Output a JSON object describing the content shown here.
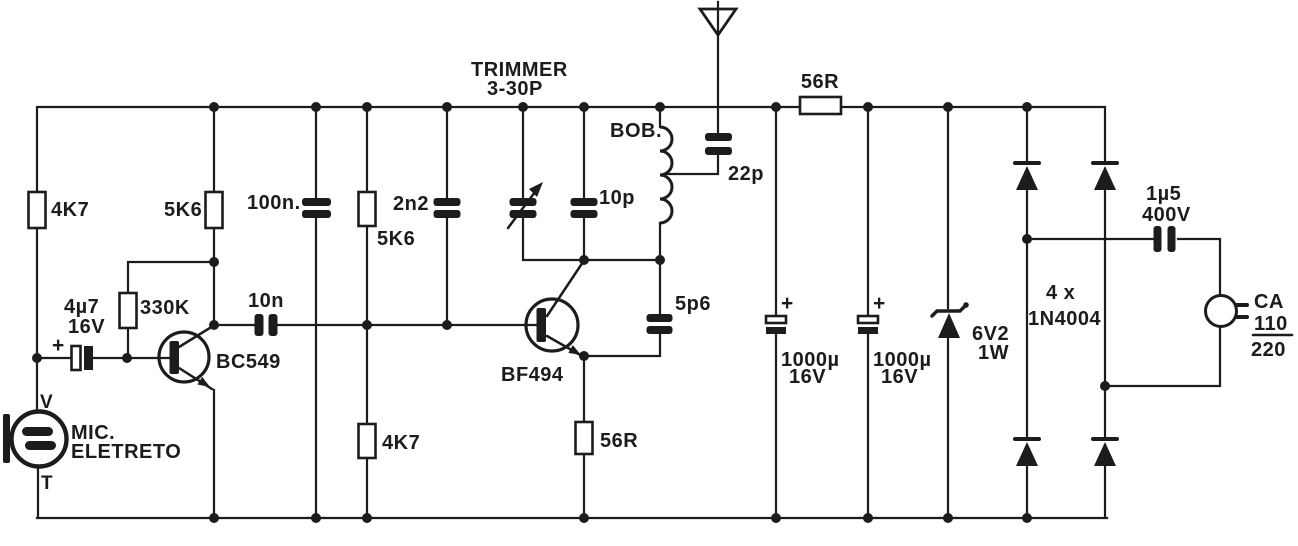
{
  "meta": {
    "description": "Hand-drawn electronic schematic of an FM transmitter with electret microphone and transformerless AC power supply",
    "colors": {
      "ink": "#1c1c1c",
      "paper": "#ffffff"
    }
  },
  "components": {
    "mic": {
      "line1": "MIC.",
      "line2": "ELETRETO",
      "term_top": "V",
      "term_bottom": "T"
    },
    "c_input": {
      "value": "4µ7",
      "voltage": "16V",
      "plus": "+"
    },
    "r_mic_bias": {
      "value": "4K7"
    },
    "r_q1_collector": {
      "value": "5K6"
    },
    "r_q1_feedback": {
      "value": "330K"
    },
    "q1": {
      "part": "BC549"
    },
    "c_coupling": {
      "value": "10n"
    },
    "c_decoupling": {
      "value": "100n."
    },
    "r_divider_top": {
      "value": "5K6"
    },
    "r_divider_bottom": {
      "value": "4K7"
    },
    "c_base_bypass": {
      "value": "2n2"
    },
    "trimmer": {
      "line1": "TRIMMER",
      "line2": "3-30P"
    },
    "c_tank": {
      "value": "10p"
    },
    "coil": {
      "label": "BOB."
    },
    "c_antenna": {
      "value": "22p"
    },
    "c_feedback": {
      "value": "5p6"
    },
    "q2": {
      "part": "BF494"
    },
    "r_q2_emitter": {
      "value": "56R"
    },
    "r_supply": {
      "value": "56R"
    },
    "c_filter_1": {
      "value": "1000µ",
      "voltage": "16V",
      "plus": "+"
    },
    "c_filter_2": {
      "value": "1000µ",
      "voltage": "16V",
      "plus": "+"
    },
    "d_zener": {
      "value": "6V2",
      "power": "1W"
    },
    "bridge": {
      "line1": "4 x",
      "line2": "1N4004"
    },
    "c_dropper": {
      "value": "1µ5",
      "voltage": "400V"
    },
    "ac_plug": {
      "label": "CA",
      "v_top": "110",
      "v_bottom": "220"
    }
  }
}
